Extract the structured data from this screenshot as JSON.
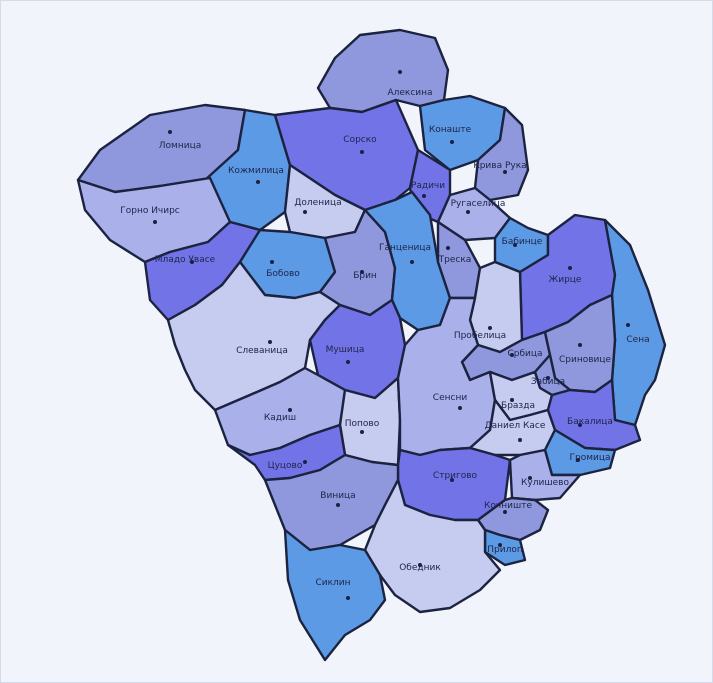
{
  "colors": {
    "background": "#f2f4fc",
    "border": "#1c2340",
    "dark": "#7373e8",
    "medium": "#8f98dc",
    "light": "#a9b0ea",
    "pale": "#c6cbf0",
    "sky": "#5c9ae6"
  },
  "regions": [
    {
      "name": "Алексина",
      "label": "Алексина",
      "fill": "medium"
    },
    {
      "name": "Ломница",
      "label": "Ломница",
      "fill": "medium"
    },
    {
      "name": "Кожмилица",
      "label": "Кожмилица",
      "fill": "sky"
    },
    {
      "name": "Сорско",
      "label": "Сорско",
      "fill": "dark"
    },
    {
      "name": "Конаште",
      "label": "Конаште",
      "fill": "sky"
    },
    {
      "name": "Горно Ичирс",
      "label": "Горно Ичирс",
      "fill": "light"
    },
    {
      "name": "Доленица",
      "label": "Доленица",
      "fill": "pale"
    },
    {
      "name": "Радичи",
      "label": "Радичи",
      "fill": "dark"
    },
    {
      "name": "Крива Рука",
      "label": "Крива Рука",
      "fill": "medium"
    },
    {
      "name": "Младо Увасе",
      "label": "Младо Увасе",
      "fill": "dark"
    },
    {
      "name": "Бобово",
      "label": "Бобово",
      "fill": "sky"
    },
    {
      "name": "Брин",
      "label": "Брин",
      "fill": "medium"
    },
    {
      "name": "Ганценица",
      "label": "Ганценица",
      "fill": "sky"
    },
    {
      "name": "Ругаселица",
      "label": "Ругаселица",
      "fill": "light"
    },
    {
      "name": "Треска",
      "label": "Треска",
      "fill": "medium"
    },
    {
      "name": "Бабинце",
      "label": "Бабинце",
      "fill": "sky"
    },
    {
      "name": "Жирце",
      "label": "Жирце",
      "fill": "dark"
    },
    {
      "name": "Слеваница",
      "label": "Слеваница",
      "fill": "pale"
    },
    {
      "name": "Мушица",
      "label": "Мушица",
      "fill": "dark"
    },
    {
      "name": "Пробелица",
      "label": "Пробелица",
      "fill": "pale"
    },
    {
      "name": "Србица",
      "label": "Србица",
      "fill": "medium"
    },
    {
      "name": "Сена",
      "label": "Сена",
      "fill": "sky"
    },
    {
      "name": "Сриновице",
      "label": "Сриновице",
      "fill": "medium"
    },
    {
      "name": "Забица",
      "label": "Забица",
      "fill": "medium"
    },
    {
      "name": "Кадиш",
      "label": "Кадиш",
      "fill": "light"
    },
    {
      "name": "Попово",
      "label": "Попово",
      "fill": "pale"
    },
    {
      "name": "Сенсни",
      "label": "Сенсни",
      "fill": "light"
    },
    {
      "name": "Бразда",
      "label": "Бразда",
      "fill": "pale"
    },
    {
      "name": "Даниел Касе",
      "label": "Даниел Касе",
      "fill": "pale"
    },
    {
      "name": "Бакалица",
      "label": "Бакалица",
      "fill": "dark"
    },
    {
      "name": "Цуцово",
      "label": "Цуцово",
      "fill": "dark"
    },
    {
      "name": "Громица",
      "label": "Громица",
      "fill": "sky"
    },
    {
      "name": "Стригово",
      "label": "Стригово",
      "fill": "dark"
    },
    {
      "name": "Кулишево",
      "label": "Кулишево",
      "fill": "light"
    },
    {
      "name": "Виница",
      "label": "Виница",
      "fill": "medium"
    },
    {
      "name": "Кочниште",
      "label": "Кочниште",
      "fill": "medium"
    },
    {
      "name": "Прилоп",
      "label": "Прилоп",
      "fill": "sky"
    },
    {
      "name": "Обедник",
      "label": "Обедник",
      "fill": "pale"
    },
    {
      "name": "Сиклин",
      "label": "Сиклин",
      "fill": "sky"
    }
  ]
}
